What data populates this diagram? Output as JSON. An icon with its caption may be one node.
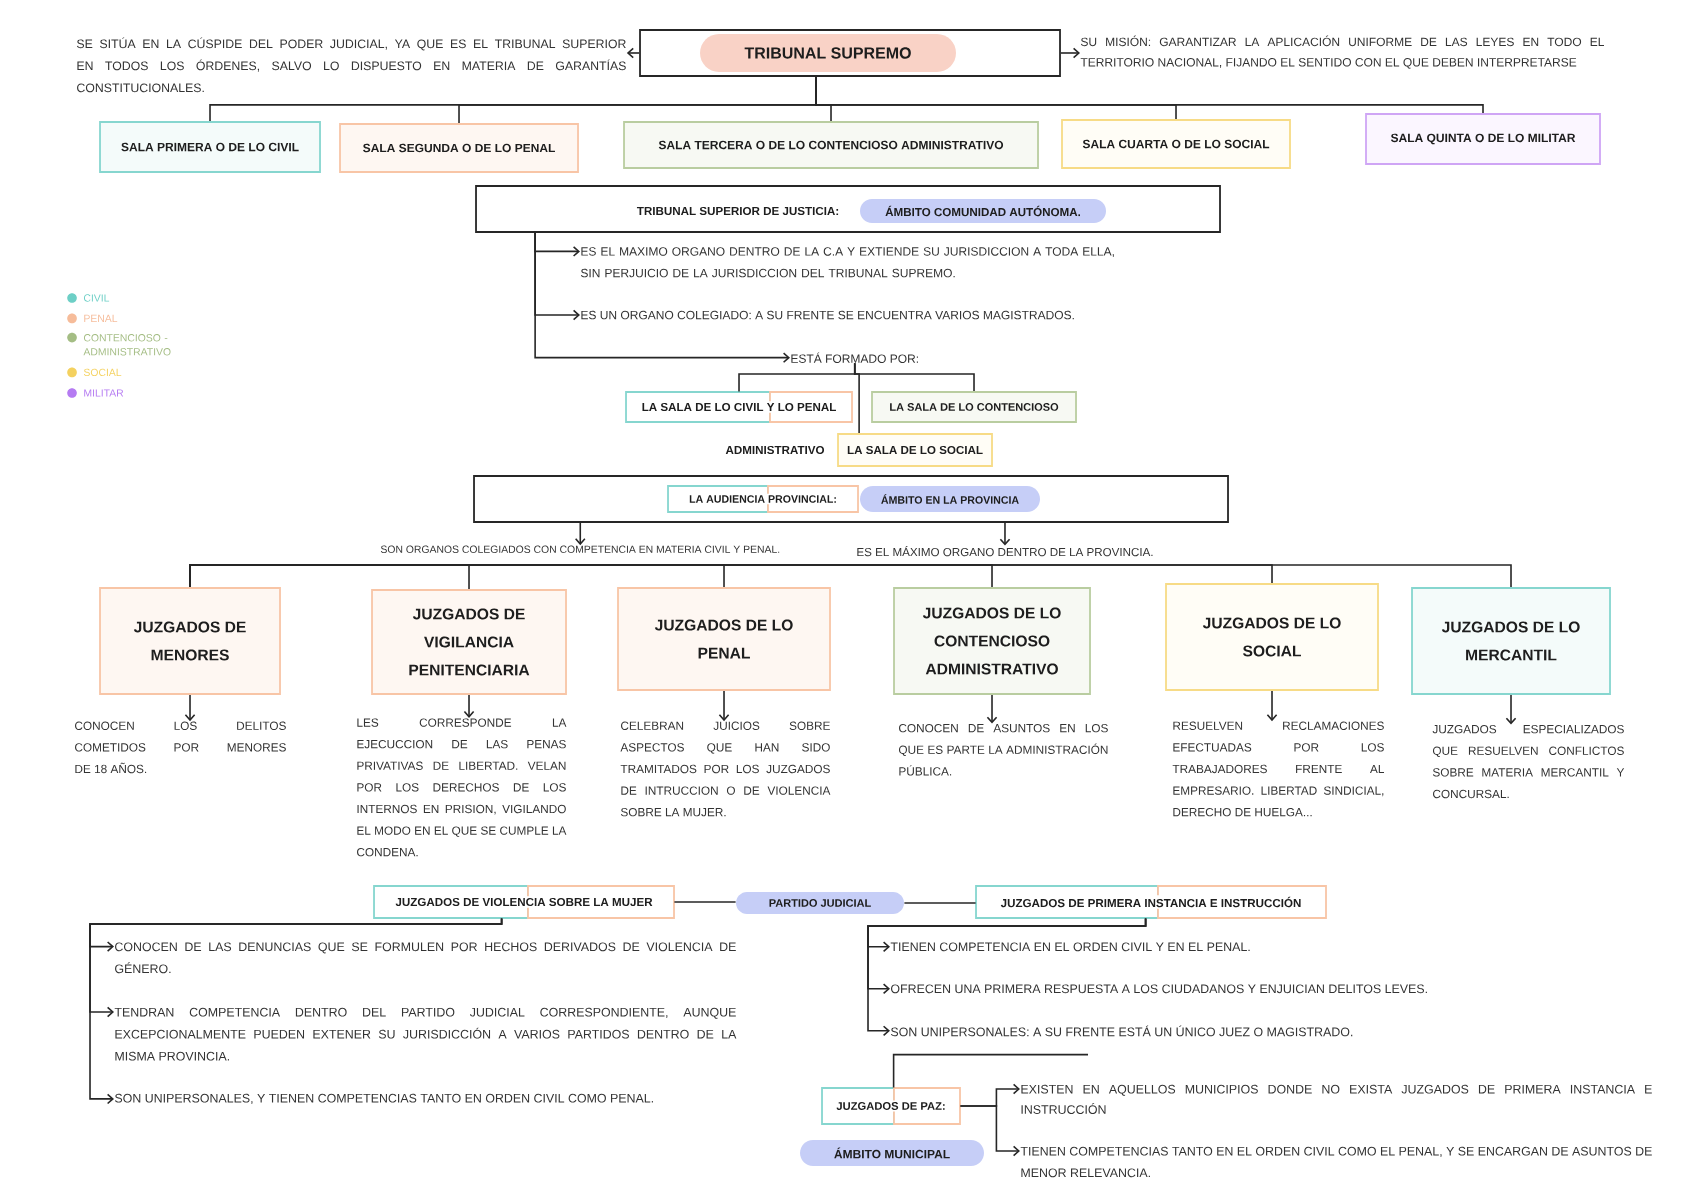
{
  "diagram": {
    "nodes": [
      {
        "text": [
          "TRIBUNAL SUPREMO"
        ]
      },
      {
        "text": [
          "SE SITÚA EN LA CÚSPIDE DEL PODER JUDICIAL, YA QUE ES EL TRIBUNAL SUPERIOR EN TODOS LOS ÓRDENES, SALVO LO DISPUESTO EN MATERIA DE GARANTÍAS CONSTITUCIONALES."
        ]
      },
      {
        "text": [
          "SU MISIÓN: GARANTIZAR LA APLICACIÓN UNIFORME DE LAS LEYES EN TODO EL TERRITORIO NACIONAL, FIJANDO EL SENTIDO CON EL QUE DEBEN INTERPRETARSE"
        ]
      },
      {
        "text": [
          "SALA PRIMERA O DE LO CIVIL"
        ]
      },
      {
        "text": [
          "SALA SEGUNDA O DE LO PENAL"
        ]
      },
      {
        "text": [
          "SALA TERCERA O DE LO CONTENCIOSO ADMINISTRATIVO"
        ]
      },
      {
        "text": [
          "SALA CUARTA O DE LO SOCIAL"
        ]
      },
      {
        "text": [
          "SALA QUINTA O DE LO MILITAR"
        ]
      },
      {
        "text": [
          "TRIBUNAL SUPERIOR DE JUSTICIA:",
          "ÁMBITO COMUNIDAD AUTÓNOMA."
        ]
      },
      {
        "text": [
          "ES EL MAXIMO ORGANO DENTRO DE LA C.A Y EXTIENDE SU JURISDICCION A TODA ELLA, SIN PERJUICIO DE LA JURISDICCION DEL TRIBUNAL SUPREMO."
        ]
      },
      {
        "text": [
          "ES UN ORGANO COLEGIADO: A SU FRENTE SE ENCUENTRA VARIOS MAGISTRADOS."
        ]
      },
      {
        "text": [
          "ESTÁ FORMADO POR:"
        ]
      },
      {
        "text": [
          "LA SALA DE LO CIVIL Y LO PENAL"
        ]
      },
      {
        "text": [
          "LA SALA DE LO CONTENCIOSO"
        ]
      },
      {
        "text": [
          "LA SALA DE LO SOCIAL"
        ]
      },
      {
        "text": [
          "LA AUDIENCIA PROVINCIAL:",
          "ÁMBITO EN LA PROVINCIA"
        ]
      },
      {
        "text": [
          "SON ORGANOS COLEGIADOS CON COMPETENCIA EN MATERIA CIVIL Y PENAL."
        ]
      },
      {
        "text": [
          "ES EL MÁXIMO ORGANO DENTRO DE LA PROVINCIA."
        ]
      },
      {
        "text": [
          "JUZGADOS DE MENORES"
        ]
      },
      {
        "text": [
          "JUZGADOS DE VIGILANCIA PENITENCIARIA"
        ]
      },
      {
        "text": [
          "JUZGADOS DE LO PENAL"
        ]
      },
      {
        "text": [
          "JUZGADOS DE LO CONTENCIOSO ADMINISTRATIVO"
        ]
      },
      {
        "text": [
          "JUZGADOS DE LO SOCIAL"
        ]
      },
      {
        "text": [
          "JUZGADOS DE LO MERCANTIL"
        ]
      },
      {
        "text": [
          "CONOCEN LOS DELITOS COMETIDOS POR MENORES DE 18 AÑOS."
        ]
      },
      {
        "text": [
          "LES CORRESPONDE LA EJECUCCION DE LAS PENAS PRIVATIVAS DE LIBERTAD. VELAN POR LOS DERECHOS DE LOS INTERNOS EN PRISION, VIGILANDO EL MODO EN EL QUE SE CUMPLE LA CONDENA."
        ]
      },
      {
        "text": [
          "CELEBRAN JUICIOS SOBRE ASPECTOS QUE HAN SIDO TRAMITADOS POR LOS JUZGADOS DE INTRUCCION O DE VIOLENCIA SOBRE LA MUJER."
        ]
      },
      {
        "text": [
          "CONOCEN DE ASUNTOS EN LOS QUE ES PARTE LA ADMINISTRACIÓN PÚBLICA."
        ]
      },
      {
        "text": [
          "RESUELVEN RECLAMACIONES EFECTUADAS POR LOS TRABAJADORES FRENTE AL EMPRESARIO. LIBERTAD SINDICIAL, DERECHO DE HUELGA..."
        ]
      },
      {
        "text": [
          "JUZGADOS ESPECIALIZADOS QUE RESUELVEN CONFLICTOS SOBRE MATERIA MERCANTIL Y CONCURSAL."
        ]
      },
      {
        "text": [
          "JUZGADOS DE VIOLENCIA SOBRE LA MUJER"
        ]
      },
      {
        "text": [
          "PARTIDO JUDICIAL"
        ]
      },
      {
        "text": [
          "JUZGADOS DE PRIMERA INSTANCIA E INSTRUCCIÓN"
        ]
      },
      {
        "text": [
          "CONOCEN DE LAS DENUNCIAS QUE SE FORMULEN POR HECHOS DERIVADOS DE VIOLENCIA DE GÉNERO."
        ]
      },
      {
        "text": [
          "TENDRAN COMPETENCIA DENTRO DEL PARTIDO JUDICIAL CORRESPONDIENTE, AUNQUE EXCEPCIONALMENTE PUEDEN EXTENER SU JURISDICCIÓN A VARIOS PARTIDOS DENTRO DE LA MISMA PROVINCIA."
        ]
      },
      {
        "text": [
          "SON UNIPERSONALES, Y TIENEN COMPETENCIAS TANTO EN ORDEN CIVIL COMO PENAL."
        ]
      },
      {
        "text": [
          "TIENEN COMPETENCIA EN EL ORDEN CIVIL Y EN EL PENAL."
        ]
      },
      {
        "text": [
          "OFRECEN UNA PRIMERA RESPUESTA A LOS CIUDADANOS Y ENJUICIAN DELITOS LEVES."
        ]
      },
      {
        "text": [
          "SON UNIPERSONALES: A SU FRENTE ESTÁ UN ÚNICO JUEZ O MAGISTRADO."
        ]
      },
      {
        "text": [
          "JUZGADOS DE PAZ:"
        ]
      },
      {
        "text": [
          "ÁMBITO MUNICIPAL"
        ]
      },
      {
        "text": [
          "EXISTEN EN AQUELLOS MUNICIPIOS DONDE NO EXISTA JUZGADOS DE PRIMERA INSTANCIA E INSTRUCCIÓN"
        ]
      },
      {
        "text": [
          "TIENEN COMPETENCIAS TANTO EN EL ORDEN CIVIL COMO EL PENAL, Y SE ENCARGAN DE ASUNTOS DE MENOR RELEVANCIA."
        ]
      }
    ],
    "edges": [
      {
        "from": 0,
        "to": 1,
        "arrow": "to"
      },
      {
        "from": 0,
        "to": 2,
        "arrow": "to"
      },
      {
        "from": 0,
        "to": 3,
        "arrow": "none"
      },
      {
        "from": 0,
        "to": 4,
        "arrow": "none"
      },
      {
        "from": 0,
        "to": 5,
        "arrow": "none"
      },
      {
        "from": 0,
        "to": 6,
        "arrow": "none"
      },
      {
        "from": 0,
        "to": 7,
        "arrow": "none"
      },
      {
        "from": 8,
        "to": 9,
        "arrow": "to"
      },
      {
        "from": 8,
        "to": 10,
        "arrow": "to"
      },
      {
        "from": 8,
        "to": 11,
        "arrow": "to"
      },
      {
        "from": 11,
        "to": 12,
        "arrow": "none"
      },
      {
        "from": 11,
        "to": 13,
        "arrow": "none"
      },
      {
        "from": 11,
        "to": 14,
        "arrow": "none"
      },
      {
        "from": 15,
        "to": 16,
        "arrow": "to"
      },
      {
        "from": 15,
        "to": 17,
        "arrow": "to"
      },
      {
        "from": 18,
        "to": 19,
        "arrow": "none"
      },
      {
        "from": 18,
        "to": 20,
        "arrow": "none"
      },
      {
        "from": 18,
        "to": 21,
        "arrow": "none"
      },
      {
        "from": 18,
        "to": 22,
        "arrow": "none"
      },
      {
        "from": 18,
        "to": 23,
        "arrow": "none"
      },
      {
        "from": 18,
        "to": 24,
        "arrow": "to"
      },
      {
        "from": 19,
        "to": 25,
        "arrow": "to"
      },
      {
        "from": 20,
        "to": 26,
        "arrow": "to"
      },
      {
        "from": 21,
        "to": 27,
        "arrow": "to"
      },
      {
        "from": 22,
        "to": 28,
        "arrow": "to"
      },
      {
        "from": 23,
        "to": 29,
        "arrow": "to"
      },
      {
        "from": 30,
        "to": 31,
        "arrow": "none"
      },
      {
        "from": 31,
        "to": 32,
        "arrow": "none"
      },
      {
        "from": 30,
        "to": 33,
        "arrow": "to"
      },
      {
        "from": 30,
        "to": 34,
        "arrow": "to"
      },
      {
        "from": 30,
        "to": 35,
        "arrow": "to"
      },
      {
        "from": 32,
        "to": 36,
        "arrow": "to"
      },
      {
        "from": 32,
        "to": 37,
        "arrow": "to"
      },
      {
        "from": 32,
        "to": 38,
        "arrow": "to"
      },
      {
        "from": 39,
        "to": 41,
        "arrow": "to"
      },
      {
        "from": 39,
        "to": 42,
        "arrow": "to"
      },
      {
        "from": 39,
        "to": 38,
        "arrow": "none"
      }
    ],
    "labels": [
      "ADMINISTRATIVO"
    ],
    "legend": [
      {
        "text": "CIVIL",
        "color": "#6dcfc6"
      },
      {
        "text": "PENAL",
        "color": "#f6bc9a"
      },
      {
        "text": "CONTENCIOSO - ADMINISTRATIVO",
        "color": "#a4bd84"
      },
      {
        "text": "SOCIAL",
        "color": "#f4d15f"
      },
      {
        "text": "MILITAR",
        "color": "#b57bf2"
      }
    ]
  }
}
